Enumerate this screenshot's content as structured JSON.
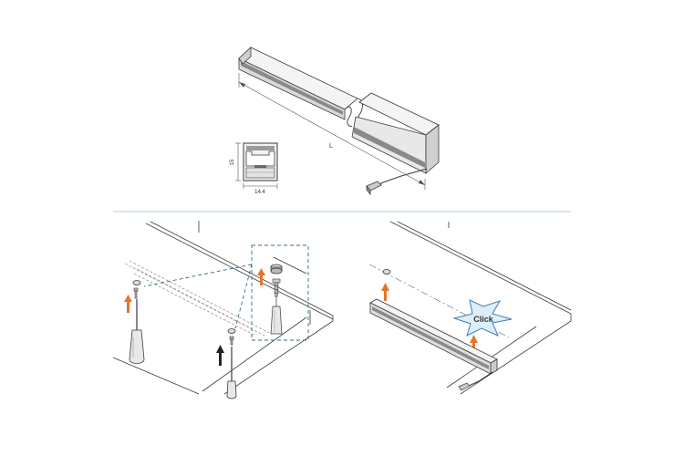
{
  "labels": {
    "length": "L",
    "height": "15",
    "width": "14.4",
    "click": "Click"
  },
  "colors": {
    "line": "#3a3a3a",
    "light_line": "#9a9a9a",
    "profile_fill": "#e6e6e6",
    "profile_dark": "#7a7a7a",
    "separator": "#a9d3d6",
    "arrow_orange": "#e8732a",
    "arrow_black": "#222222",
    "detail_frame": "#2c6f88",
    "star_fill": "#dceefa",
    "star_stroke": "#3d7fb6"
  },
  "icons": [
    "orange-up-arrow-icon",
    "black-up-arrow-icon",
    "screwdriver-icon",
    "screw-icon",
    "mounting-clip-icon",
    "click-star-icon",
    "connector-plug-icon"
  ]
}
